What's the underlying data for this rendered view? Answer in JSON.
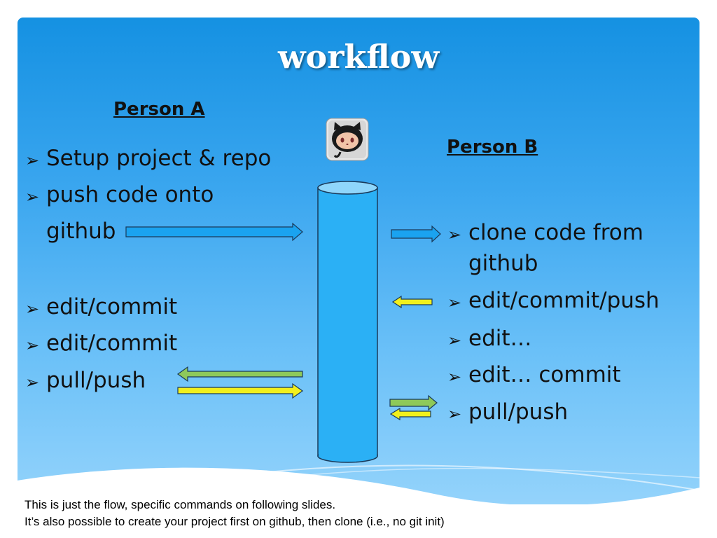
{
  "title": "workflow",
  "person_a": {
    "heading": "Person A",
    "items": [
      "Setup project & repo",
      "push code onto",
      "github",
      "edit/commit",
      "edit/commit",
      "pull/push"
    ]
  },
  "person_b": {
    "heading": "Person B",
    "items": [
      "clone code from",
      "github",
      "edit/commit/push",
      "edit…",
      "edit… commit",
      "pull/push"
    ]
  },
  "icons": {
    "bullet": "arrowhead-bullet-icon",
    "logo": "github-octocat-icon",
    "repo": "repository-cylinder"
  },
  "colors": {
    "blue_arrow": "#1aa3f0",
    "green_arrow": "#8ec95a",
    "yellow_arrow": "#f2f01c"
  },
  "footer": {
    "line1": "This is just the flow, specific commands on following slides.",
    "line2": "It’s also possible to create your project first on github, then clone (i.e., no git init)"
  }
}
